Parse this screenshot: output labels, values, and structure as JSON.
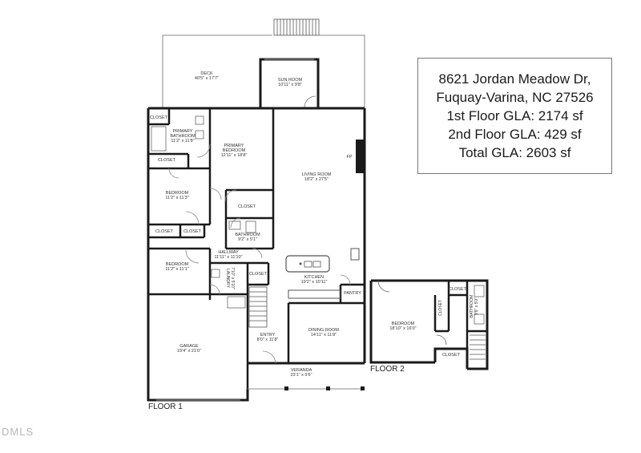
{
  "listing": {
    "address_line1": "8621 Jordan Meadow Dr,",
    "address_line2": "Fuquay-Varina, NC 27526",
    "gla_1st": "1st Floor GLA: 2174 sf",
    "gla_2nd": "2nd Floor GLA: 429 sf",
    "gla_total": "Total GLA: 2603 sf"
  },
  "floors": {
    "floor1": "FLOOR 1",
    "floor2": "FLOOR 2"
  },
  "rooms": {
    "deck": {
      "name": "DECK",
      "dims": "40'5\" x 17'7\""
    },
    "sun_room": {
      "name": "SUN ROOM",
      "dims": "10'11\" x 9'8\""
    },
    "closet_top_left": {
      "name": "CLOSET"
    },
    "primary_bathroom": {
      "name": "PRIMARY",
      "name2": "BATHROOM",
      "dims": "11'2\" x 11'8\""
    },
    "closet_primary": {
      "name": "CLOSET"
    },
    "primary_bedroom": {
      "name": "PRIMARY",
      "name2": "BEDROOM",
      "dims": "12'11\" x 18'8\""
    },
    "fp": {
      "name": "FP"
    },
    "living_room": {
      "name": "LIVING ROOM",
      "dims": "18'2\" x 27'5\""
    },
    "bedroom_1": {
      "name": "BEDROOM",
      "dims": "11'2\" x 11'3\""
    },
    "closet_mid": {
      "name": "CLOSET"
    },
    "bathroom_1": {
      "name": "BATHROOM",
      "dims": "9'2\" x 5'1\""
    },
    "closet_b1": {
      "name": "CLOSET"
    },
    "closet_b2": {
      "name": "CLOSET"
    },
    "hallway": {
      "name": "HALLWAY",
      "dims": "11'11\" x 11'10\""
    },
    "bedroom_2": {
      "name": "BEDROOM",
      "dims": "11'2\" x 11'1\""
    },
    "laundry": {
      "name": "LAUNDRY",
      "dims": "7'10\" x 5'10\""
    },
    "closet_laundry": {
      "name": "CLOSET"
    },
    "kitchen": {
      "name": "KITCHEN",
      "dims": "19'2\" x 10'11\""
    },
    "pantry": {
      "name": "PANTRY"
    },
    "garage": {
      "name": "GARAGE",
      "dims": "19'4\" x 21'0\""
    },
    "entry": {
      "name": "ENTRY",
      "dims": "8'0\" x 11'8\""
    },
    "dining_room": {
      "name": "DINING ROOM",
      "dims": "14'11\" x 11'8\""
    },
    "veranda": {
      "name": "VERANDA",
      "dims": "23'1\" x 5'6\""
    },
    "bedroom_upper": {
      "name": "BEDROOM",
      "dims": "18'10\" x 16'0\""
    },
    "closet_upper_a": {
      "name": "CLOSET"
    },
    "closet_upper_b": {
      "name": "CLOSET"
    },
    "bathroom_upper": {
      "name": "BATHROOM",
      "dims": "9'8\" x 5'0\""
    },
    "closet_upper_c": {
      "name": "CLOSET"
    }
  },
  "watermark": "DMLS",
  "colors": {
    "wall": "#1a1a1a",
    "line": "#555555",
    "text": "#333333"
  }
}
